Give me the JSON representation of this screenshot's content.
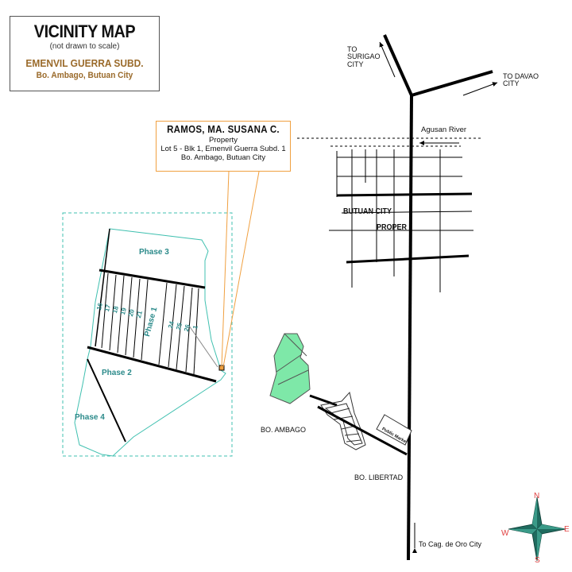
{
  "title_box": {
    "title": "VICINITY MAP",
    "note": "(not drawn to scale)",
    "subdivision": "EMENVIL GUERRA SUBD.",
    "location": "Bo. Ambago, Butuan City"
  },
  "property_callout": {
    "owner": "RAMOS, MA. SUSANA C.",
    "type": "Property",
    "lot": "Lot 5 - Blk 1, Emenvil Guerra Subd. 1",
    "address": "Bo. Ambago, Butuan City"
  },
  "directions": {
    "surigao": [
      "TO",
      "SURIGAO",
      "CITY"
    ],
    "davao": [
      "TO DAVAO",
      "CITY"
    ],
    "cagayan": "To  Cag. de Oro City"
  },
  "places": {
    "river": "Agusan    River",
    "city_line1": "BUTUAN CITY",
    "city_line2": "PROPER",
    "ambago": "BO.  AMBAGO",
    "libertad": "BO.  LIBERTAD",
    "market": "Public Market"
  },
  "phases": {
    "phase1": "Phase 1",
    "phase2": "Phase 2",
    "phase3": "Phase 3",
    "phase4": "Phase 4"
  },
  "lot_numbers": [
    "16",
    "17",
    "18",
    "19",
    "20",
    "21",
    "24",
    "25",
    "26",
    "1"
  ],
  "compass": {
    "n": "N",
    "s": "S",
    "e": "E",
    "w": "W"
  },
  "colors": {
    "road": "#000000",
    "boundary": "#40c0b0",
    "highlight_green": "#7ee8a8",
    "callout_border": "#f0a040",
    "compass_fill": "#1f6b5f",
    "compass_letters": "#e04040"
  }
}
